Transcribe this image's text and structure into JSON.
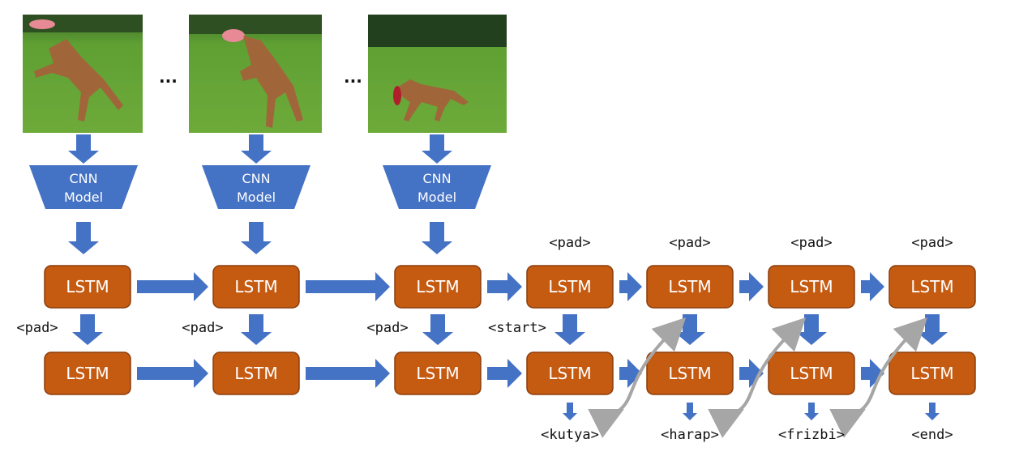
{
  "colors": {
    "arrow": "#4472C4",
    "lstm_fill": "#C55A11",
    "lstm_stroke": "#8B3E0C",
    "cnn_fill": "#4472C4",
    "grass": "#5C9A2E",
    "grass_dark": "#3E7A1E",
    "sky": "#1E3A22",
    "dog": "#A0663A",
    "frisbee": "#E88A96",
    "curve": "#A6A6A6"
  },
  "ellipses": [
    "...",
    "..."
  ],
  "photos": [
    {
      "name": "photo-frame-1",
      "subject": "dog-jumping-for-frisbee"
    },
    {
      "name": "photo-frame-2",
      "subject": "dog-catching-frisbee"
    },
    {
      "name": "photo-frame-n",
      "subject": "dog-running-with-frisbee"
    }
  ],
  "cnn_blocks": [
    {
      "line1": "CNN",
      "line2": "Model"
    },
    {
      "line1": "CNN",
      "line2": "Model"
    },
    {
      "line1": "CNN",
      "line2": "Model"
    }
  ],
  "lstm_label": "LSTM",
  "top_row_inputs": [
    "<pad>",
    "<pad>",
    "<pad>",
    "<pad>"
  ],
  "bottom_row_inputs": [
    "<pad>",
    "<pad>",
    "<pad>",
    "<start>"
  ],
  "outputs": [
    "<kutya>",
    "<harap>",
    "<frizbi>",
    "<end>"
  ]
}
